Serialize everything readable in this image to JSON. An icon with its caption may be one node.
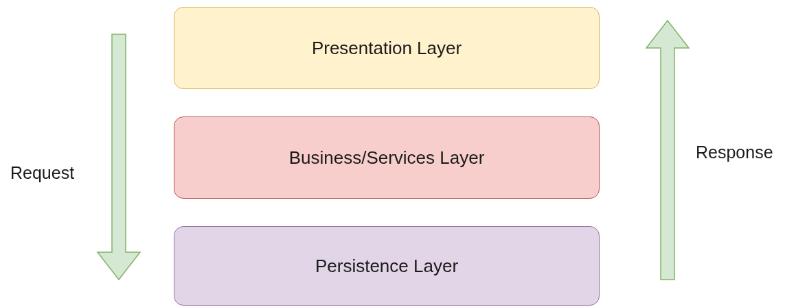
{
  "diagram": {
    "nodes": [
      {
        "text": [
          "Presentation Layer"
        ]
      },
      {
        "text": [
          "Business/Services Layer"
        ]
      },
      {
        "text": [
          "Persistence Layer"
        ]
      }
    ],
    "labels": [
      "Request",
      "Response"
    ]
  }
}
